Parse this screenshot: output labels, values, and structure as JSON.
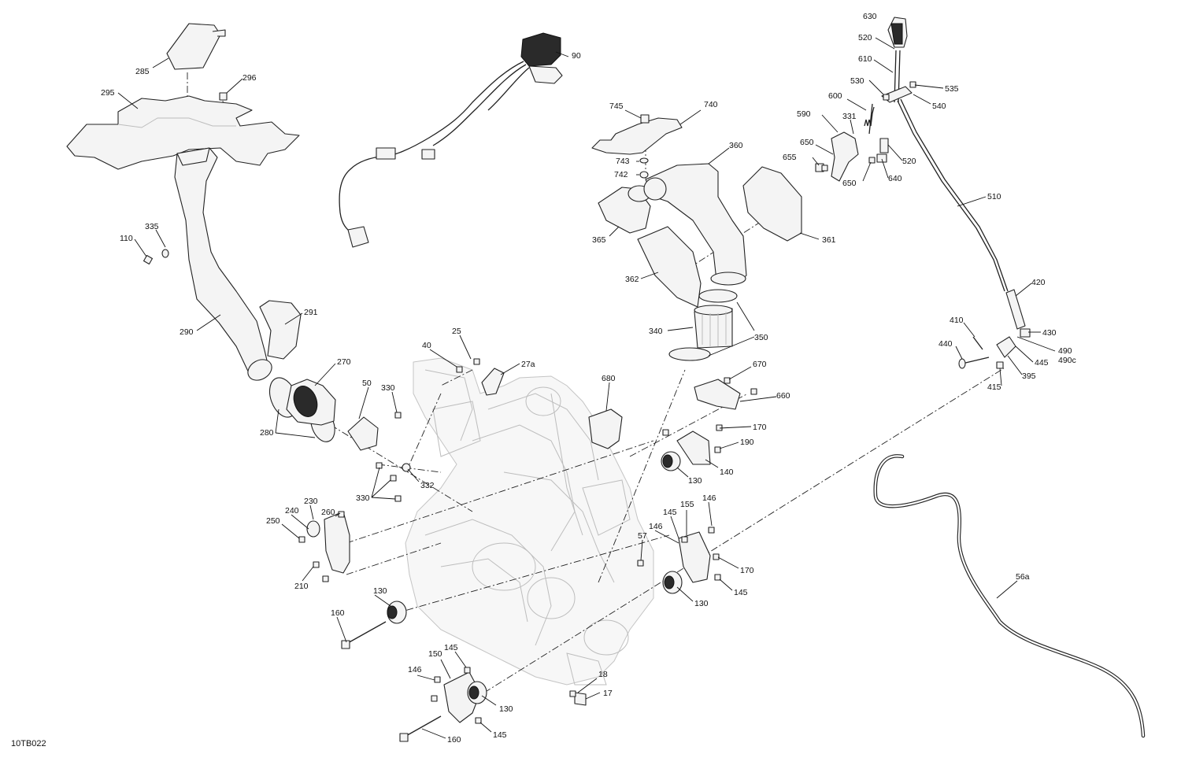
{
  "figure": {
    "reference": "10TB022"
  },
  "callouts": [
    {
      "id": "285",
      "text": "285"
    },
    {
      "id": "296",
      "text": "296"
    },
    {
      "id": "295",
      "text": "295"
    },
    {
      "id": "335",
      "text": "335"
    },
    {
      "id": "110",
      "text": "110"
    },
    {
      "id": "290",
      "text": "290"
    },
    {
      "id": "291",
      "text": "291"
    },
    {
      "id": "270",
      "text": "270"
    },
    {
      "id": "280",
      "text": "280"
    },
    {
      "id": "90",
      "text": "90"
    },
    {
      "id": "745",
      "text": "745"
    },
    {
      "id": "740",
      "text": "740"
    },
    {
      "id": "743",
      "text": "743"
    },
    {
      "id": "742",
      "text": "742"
    },
    {
      "id": "360",
      "text": "360"
    },
    {
      "id": "365",
      "text": "365"
    },
    {
      "id": "361",
      "text": "361"
    },
    {
      "id": "362",
      "text": "362"
    },
    {
      "id": "340",
      "text": "340"
    },
    {
      "id": "350",
      "text": "350"
    },
    {
      "id": "630",
      "text": "630"
    },
    {
      "id": "520a",
      "text": "520"
    },
    {
      "id": "610",
      "text": "610"
    },
    {
      "id": "530",
      "text": "530"
    },
    {
      "id": "535",
      "text": "535"
    },
    {
      "id": "540",
      "text": "540"
    },
    {
      "id": "600",
      "text": "600"
    },
    {
      "id": "590",
      "text": "590"
    },
    {
      "id": "331",
      "text": "331"
    },
    {
      "id": "650a",
      "text": "650"
    },
    {
      "id": "655",
      "text": "655"
    },
    {
      "id": "520b",
      "text": "520"
    },
    {
      "id": "650b",
      "text": "650"
    },
    {
      "id": "640",
      "text": "640"
    },
    {
      "id": "510",
      "text": "510"
    },
    {
      "id": "420",
      "text": "420"
    },
    {
      "id": "410",
      "text": "410"
    },
    {
      "id": "430",
      "text": "430"
    },
    {
      "id": "440",
      "text": "440"
    },
    {
      "id": "490",
      "text": "490"
    },
    {
      "id": "490c",
      "text": "490c"
    },
    {
      "id": "445",
      "text": "445"
    },
    {
      "id": "395",
      "text": "395"
    },
    {
      "id": "415",
      "text": "415"
    },
    {
      "id": "25",
      "text": "25"
    },
    {
      "id": "40",
      "text": "40"
    },
    {
      "id": "27a",
      "text": "27a"
    },
    {
      "id": "50",
      "text": "50"
    },
    {
      "id": "330a",
      "text": "330"
    },
    {
      "id": "330b",
      "text": "330"
    },
    {
      "id": "332",
      "text": "332"
    },
    {
      "id": "680",
      "text": "680"
    },
    {
      "id": "670",
      "text": "670"
    },
    {
      "id": "660",
      "text": "660"
    },
    {
      "id": "170a",
      "text": "170"
    },
    {
      "id": "190",
      "text": "190"
    },
    {
      "id": "140",
      "text": "140"
    },
    {
      "id": "130a",
      "text": "130"
    },
    {
      "id": "260",
      "text": "260"
    },
    {
      "id": "230",
      "text": "230"
    },
    {
      "id": "240",
      "text": "240"
    },
    {
      "id": "250",
      "text": "250"
    },
    {
      "id": "210",
      "text": "210"
    },
    {
      "id": "146a",
      "text": "146"
    },
    {
      "id": "145a",
      "text": "145"
    },
    {
      "id": "155",
      "text": "155"
    },
    {
      "id": "146b",
      "text": "146"
    },
    {
      "id": "57",
      "text": "57"
    },
    {
      "id": "170b",
      "text": "170"
    },
    {
      "id": "145b",
      "text": "145"
    },
    {
      "id": "130b",
      "text": "130"
    },
    {
      "id": "130c",
      "text": "130"
    },
    {
      "id": "160a",
      "text": "160"
    },
    {
      "id": "145c",
      "text": "145"
    },
    {
      "id": "150",
      "text": "150"
    },
    {
      "id": "146c",
      "text": "146"
    },
    {
      "id": "18",
      "text": "18"
    },
    {
      "id": "17",
      "text": "17"
    },
    {
      "id": "130d",
      "text": "130"
    },
    {
      "id": "145d",
      "text": "145"
    },
    {
      "id": "160b",
      "text": "160"
    },
    {
      "id": "56a",
      "text": "56a"
    }
  ]
}
